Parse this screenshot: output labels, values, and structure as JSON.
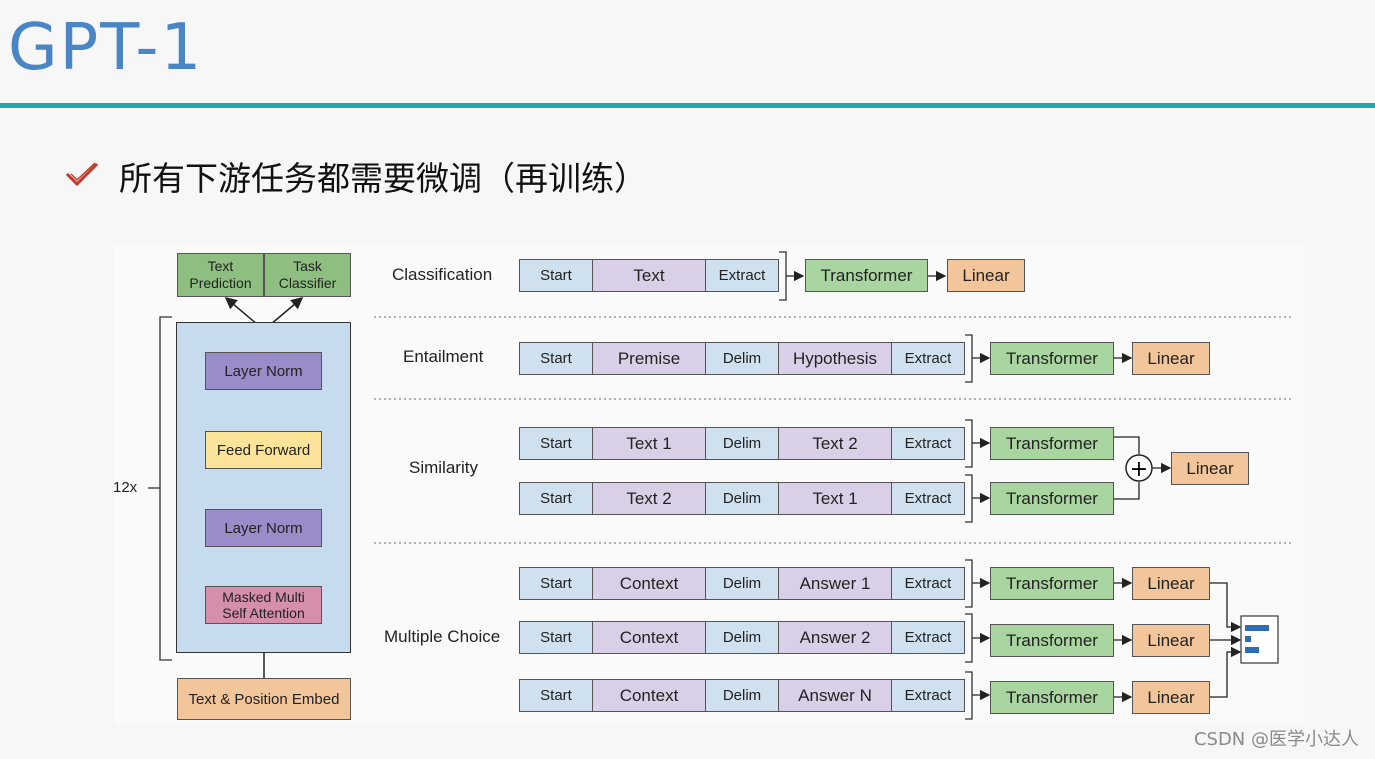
{
  "title": "GPT-1",
  "bullet": {
    "icon": "check-icon",
    "text": "所有下游任务都需要微调（再训练）"
  },
  "watermark": "CSDN @医学小达人",
  "architecture": {
    "repeat": "12x",
    "outputs": {
      "left": "Text\nPrediction",
      "right": "Task\nClassifier"
    },
    "layer_norm_top": "Layer Norm",
    "feed_forward": "Feed Forward",
    "layer_norm_bottom": "Layer Norm",
    "attention": "Masked Multi\nSelf Attention",
    "embed": "Text & Position Embed"
  },
  "tasks": {
    "classification": {
      "label": "Classification",
      "cells": [
        "Start",
        "Text",
        "Extract"
      ],
      "transformer": "Transformer",
      "linear": "Linear"
    },
    "entailment": {
      "label": "Entailment",
      "cells": [
        "Start",
        "Premise",
        "Delim",
        "Hypothesis",
        "Extract"
      ],
      "transformer": "Transformer",
      "linear": "Linear"
    },
    "similarity": {
      "label": "Similarity",
      "rows": [
        {
          "cells": [
            "Start",
            "Text 1",
            "Delim",
            "Text 2",
            "Extract"
          ],
          "transformer": "Transformer"
        },
        {
          "cells": [
            "Start",
            "Text 2",
            "Delim",
            "Text 1",
            "Extract"
          ],
          "transformer": "Transformer"
        }
      ],
      "linear": "Linear"
    },
    "multiple_choice": {
      "label": "Multiple Choice",
      "rows": [
        {
          "cells": [
            "Start",
            "Context",
            "Delim",
            "Answer 1",
            "Extract"
          ],
          "transformer": "Transformer",
          "linear": "Linear"
        },
        {
          "cells": [
            "Start",
            "Context",
            "Delim",
            "Answer 2",
            "Extract"
          ],
          "transformer": "Transformer",
          "linear": "Linear"
        },
        {
          "cells": [
            "Start",
            "Context",
            "Delim",
            "Answer N",
            "Extract"
          ],
          "transformer": "Transformer",
          "linear": "Linear"
        }
      ]
    }
  }
}
